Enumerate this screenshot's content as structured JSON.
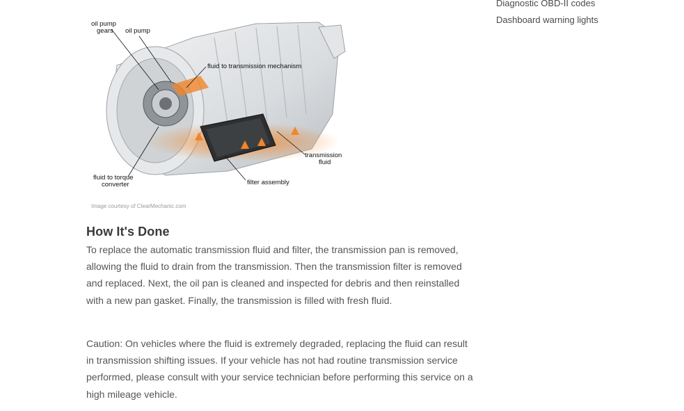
{
  "sidebar": {
    "links": [
      "Diagnostic OBD-II codes",
      "Dashboard warning lights"
    ]
  },
  "figure": {
    "labels": {
      "oil_pump_gears_1": "oil pump",
      "oil_pump_gears_2": "gears",
      "oil_pump": "oil pump",
      "fluid_to_mechanism": "fluid to transmission mechanism",
      "transmission_fluid_1": "transmission",
      "transmission_fluid_2": "fluid",
      "torque_converter_1": "fluid to torque",
      "torque_converter_2": "converter",
      "filter_assembly": "filter assembly"
    },
    "caption": "Image courtesy of ClearMechanic.com",
    "colors": {
      "fluid": "#f0862a",
      "housing": "#d9dcdf",
      "pan": "#2d2f31"
    }
  },
  "article": {
    "heading": "How It's Done",
    "paragraphs": [
      "To replace the automatic transmission fluid and filter, the transmission pan is removed, allowing the fluid to drain from the transmission. Then the transmission filter is removed and replaced. Next, the oil pan is cleaned and inspected for debris and then reinstalled with a new pan gasket. Finally, the transmission is filled with fresh fluid.",
      "Caution: On vehicles where the fluid is extremely degraded, replacing the fluid can result in transmission shifting issues. If your vehicle has not had routine transmission service performed, please consult with your service technician before performing this service on a high mileage vehicle."
    ]
  }
}
